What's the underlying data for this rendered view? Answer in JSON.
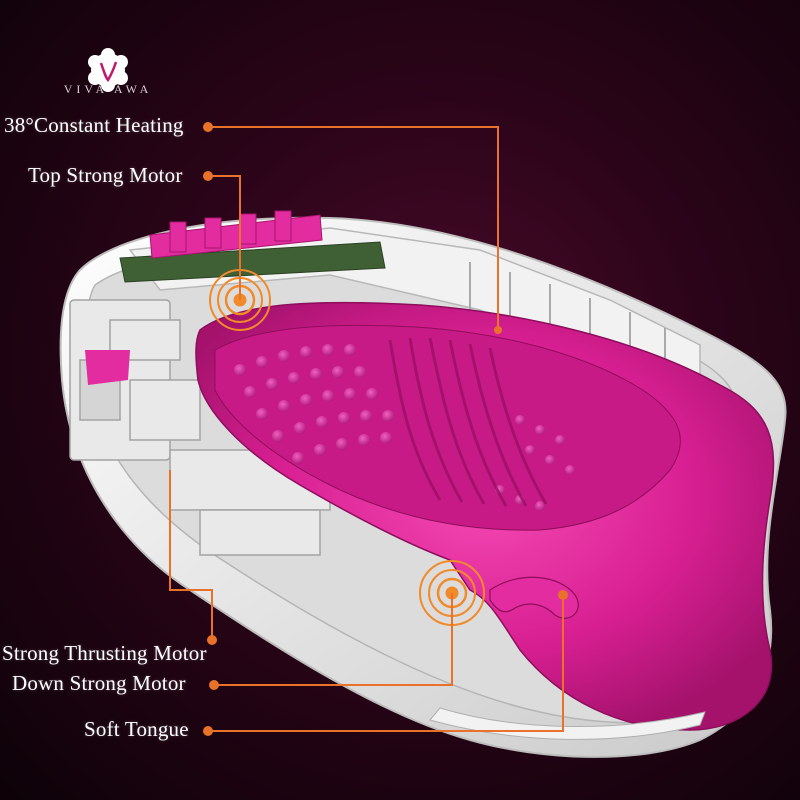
{
  "brand": {
    "name": "VIVA AWA",
    "logo_mark": "v-monogram-icon"
  },
  "labels": {
    "heating": "38°Constant Heating",
    "top_motor": "Top Strong Motor",
    "thrusting_motor": "Strong Thrusting Motor",
    "down_motor": "Down Strong Motor",
    "soft_tongue": "Soft Tongue"
  },
  "colors": {
    "background": "#2a0418",
    "silicone": "#e1249a",
    "shell": "#ececec",
    "heater": "#f4c21a",
    "circuit": "#3f5f34",
    "leader_line": "#e8722a"
  }
}
